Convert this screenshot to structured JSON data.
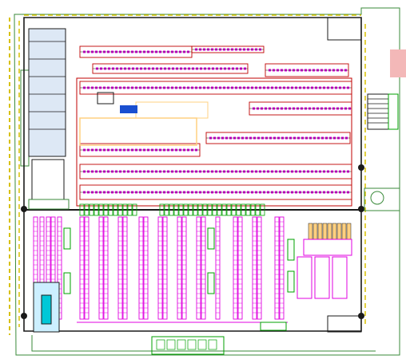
{
  "drawing": {
    "type": "warehouse-floor-plan",
    "text_legible": false,
    "colors": {
      "background": "#ffffff",
      "outline": "#1a1a1a",
      "site_line": "#3a8a3a",
      "racking": "#e000e0",
      "conveyor": "#c00000",
      "equipment": "#00a000",
      "label_box": "#ffd080",
      "annex_fill": "#f3b8b8",
      "roof_light": "#dde8f5",
      "detail_blue": "#1a4fd0",
      "dash": "#d8c000"
    },
    "zones": [
      "site-boundary",
      "building-outline",
      "office-block",
      "conveyor-sorter-area",
      "pallet-racking-area",
      "marshalling-lanes",
      "dock-area",
      "gatehouse",
      "vehicle-pad",
      "stair-core"
    ]
  }
}
